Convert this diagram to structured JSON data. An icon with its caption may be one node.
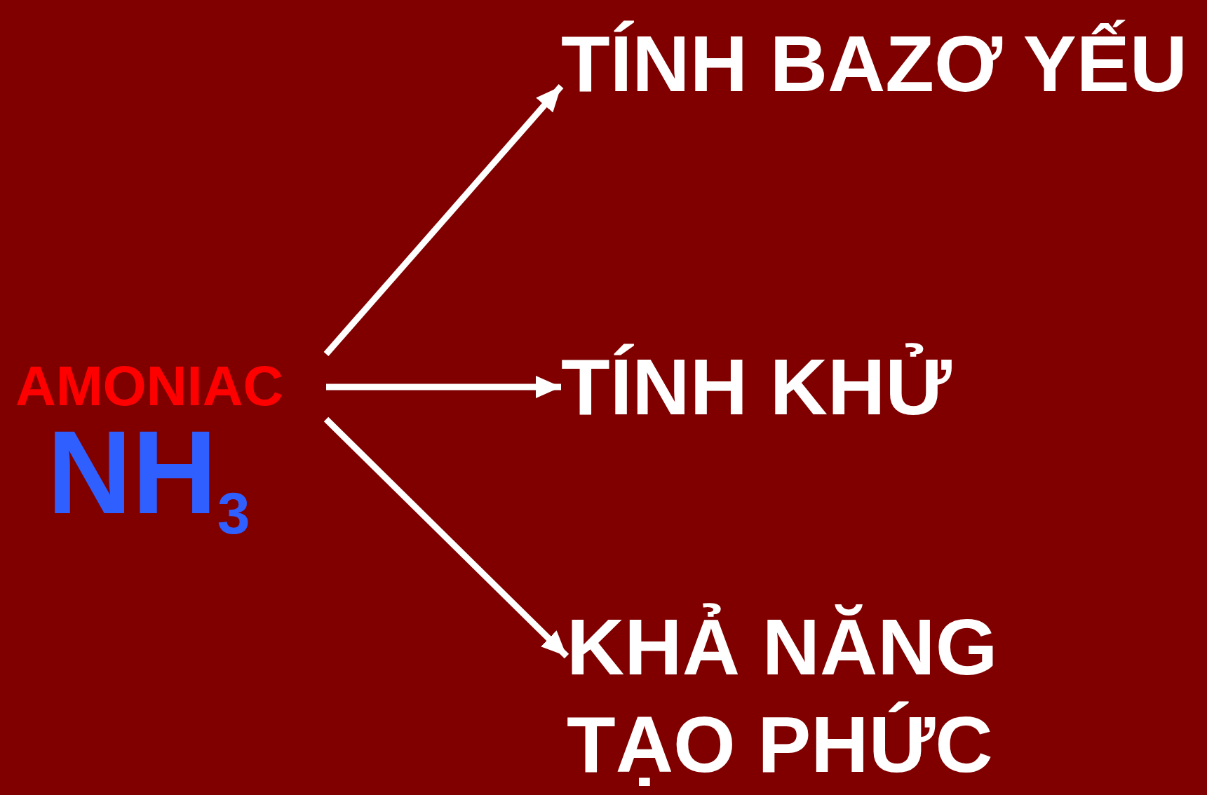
{
  "diagram": {
    "nodes": [
      {
        "text": [
          "AMONIAC",
          "NH$_{3}$"
        ]
      },
      {
        "text": [
          "TÍNH BAZƠ YẾU"
        ]
      },
      {
        "text": [
          "TÍNH KHỬ"
        ]
      },
      {
        "text": [
          "KHẢ NĂNG TẠO PHỨC"
        ]
      }
    ],
    "edges": [
      {
        "from": 0,
        "to": 1,
        "arrow": "to"
      },
      {
        "from": 0,
        "to": 2,
        "arrow": "to"
      },
      {
        "from": 0,
        "to": 3,
        "arrow": "to"
      }
    ]
  }
}
